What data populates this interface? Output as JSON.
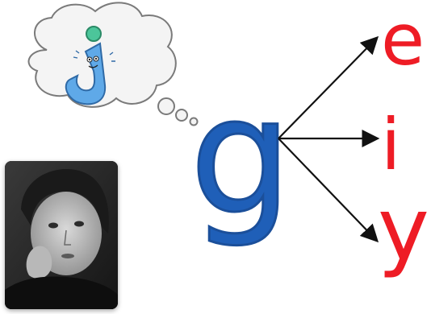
{
  "letters": {
    "source": "g",
    "targets": [
      "e",
      "i",
      "y"
    ]
  },
  "colors": {
    "source_letter": "#1f5fb8",
    "target_letters": "#ee1c25",
    "arrows": "#111111",
    "thought_bubble_fill": "#f4f4f4",
    "thought_bubble_stroke": "#7a7a7a",
    "cartoon_j_body": "#5fa9e8",
    "cartoon_j_dot": "#4cc59a"
  },
  "icons": {
    "thought_bubble": "thought-bubble-icon",
    "cartoon_character": "cartoon-letter-j-icon",
    "photo": "thinking-child-photo"
  }
}
